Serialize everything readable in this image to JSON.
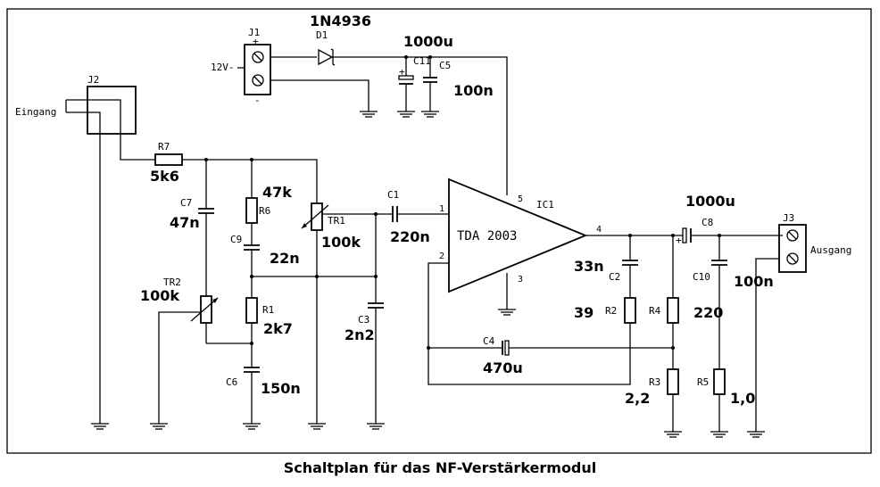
{
  "caption": "Schaltplan für das NF-Verstärkermodul",
  "labels": {
    "j1": "J1",
    "j1_plus": "+",
    "j1_minus": "-",
    "supply": "12V-",
    "d1": "D1",
    "d1_type": "1N4936",
    "c11": "C11",
    "c5": "C5",
    "c11_val": "1000u",
    "c5_val": "100n",
    "j2": "J2",
    "eingang": "Eingang",
    "r7": "R7",
    "r7_val": "5k6",
    "c7": "C7",
    "c7_val": "47n",
    "r6": "R6",
    "r6_val": "47k",
    "c9": "C9",
    "c9_val": "22n",
    "tr1": "TR1",
    "tr1_val": "100k",
    "tr2": "TR2",
    "tr2_val": "100k",
    "r1": "R1",
    "r1_val": "2k7",
    "c6": "C6",
    "c6_val": "150n",
    "c3": "C3",
    "c3_val": "2n2",
    "c1": "C1",
    "c1_val": "220n",
    "ic1": "IC1",
    "ic_type": "TDA 2003",
    "pin1": "1",
    "pin2": "2",
    "pin3": "3",
    "pin4": "4",
    "pin5": "5",
    "c2": "C2",
    "c2_val": "33n",
    "r2": "R2",
    "r2_val": "39",
    "r4": "R4",
    "r4_val": "220",
    "r3": "R3",
    "r3_val": "2,2",
    "c4": "C4",
    "c4_val": "470u",
    "c8": "C8",
    "c8_val": "1000u",
    "c10": "C10",
    "c10_val": "100n",
    "r5": "R5",
    "r5_val": "1,0",
    "j3": "J3",
    "ausgang": "Ausgang",
    "cap_plus": "+"
  }
}
